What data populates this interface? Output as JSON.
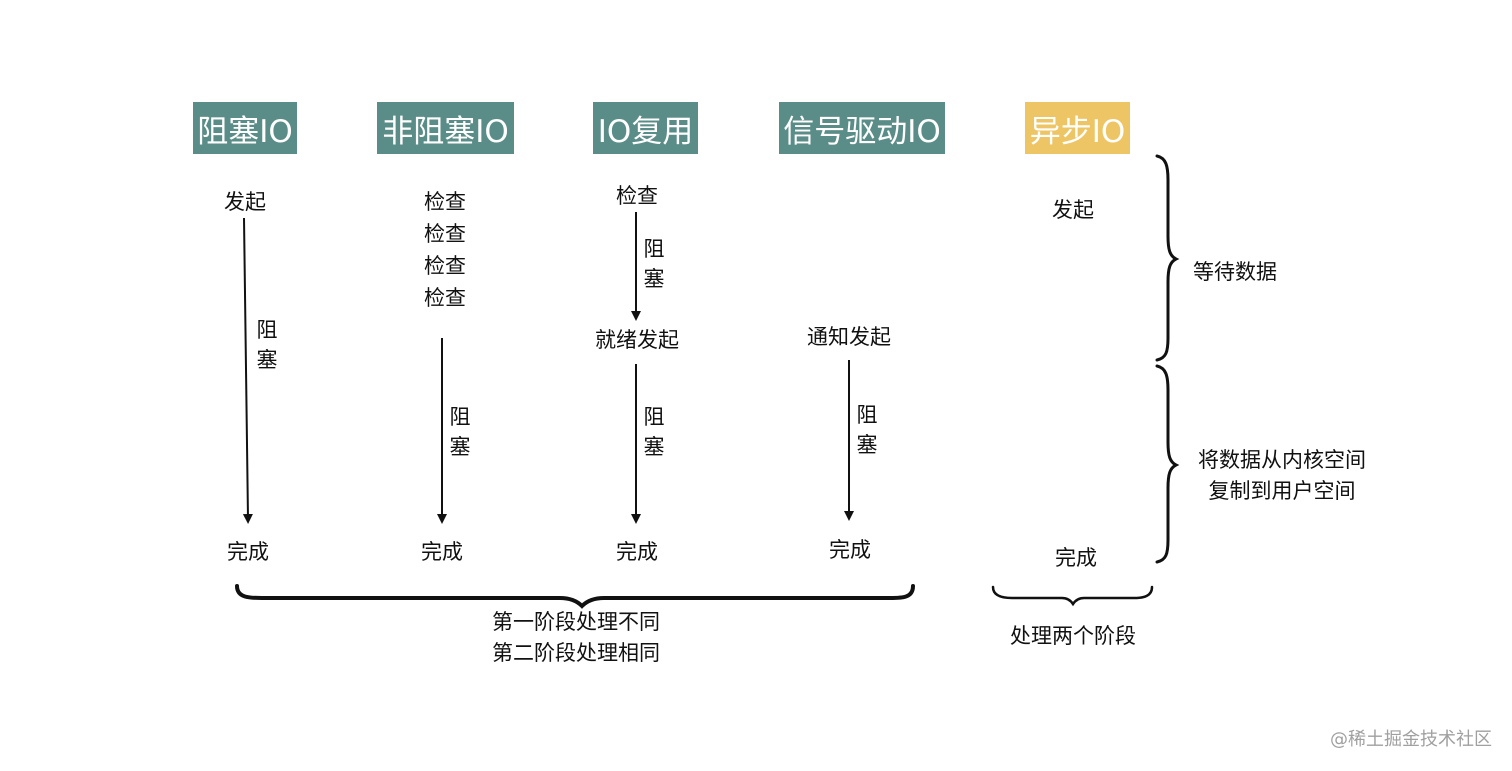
{
  "colors": {
    "header_teal": "#5b8d88",
    "header_yellow": "#edc564",
    "ink": "#111111",
    "watermark": "#a0a0a0"
  },
  "headers": {
    "blocking": "阻塞IO",
    "nonblocking": "非阻塞IO",
    "multiplex": "IO复用",
    "signal": "信号驱动IO",
    "async": "异步IO"
  },
  "blocking": {
    "start": "发起",
    "block": "阻塞",
    "done": "完成"
  },
  "nonblocking": {
    "checks": [
      "检查",
      "检查",
      "检查",
      "检查"
    ],
    "block": "阻塞",
    "done": "完成"
  },
  "multiplex": {
    "check": "检查",
    "block1": "阻塞",
    "ready": "就绪发起",
    "block2": "阻塞",
    "done": "完成"
  },
  "signal": {
    "notify": "通知发起",
    "block": "阻塞",
    "done": "完成"
  },
  "async": {
    "start": "发起",
    "done": "完成"
  },
  "annotations": {
    "wait_data": "等待数据",
    "copy_line1": "将数据从内核空间",
    "copy_line2": "复制到用户空间",
    "sync_line1": "第一阶段处理不同",
    "sync_line2": "第二阶段处理相同",
    "async_note": "处理两个阶段"
  },
  "watermark": "@稀土掘金技术社区"
}
